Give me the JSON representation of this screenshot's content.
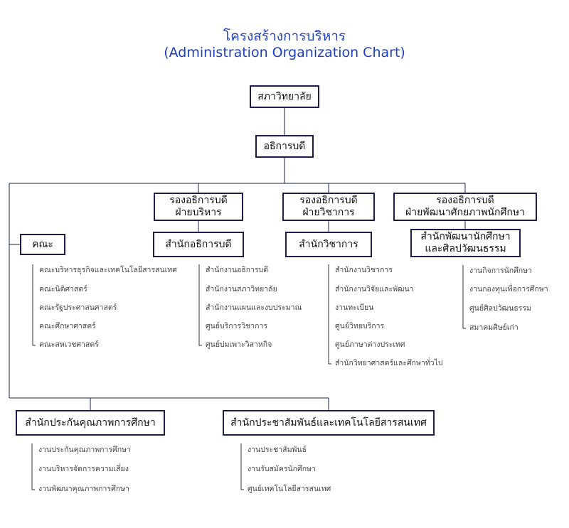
{
  "title": {
    "thai": "โครงสร้างการบริหาร",
    "english": "(Administration Organization Chart)"
  },
  "council": "สภาวิทยาลัย",
  "president": "อธิการบดี",
  "vp_admin": {
    "line1": "รองอธิการบดี",
    "line2": "ฝ่ายบริหาร"
  },
  "vp_academic": {
    "line1": "รองอธิการบดี",
    "line2": "ฝ่ายวิชาการ"
  },
  "vp_student": {
    "line1": "รองอธิการบดี",
    "line2": "ฝ่ายพัฒนาศักยภาพนักศึกษา"
  },
  "faculty": {
    "label": "คณะ",
    "items": [
      "คณะบริหารธุรกิจและเทคโนโลยีสารสนเทศ",
      "คณะนิติศาสตร์",
      "คณะรัฐประศาสนศาสตร์",
      "คณะศึกษาศาสตร์",
      "คณะสหเวชศาสตร์"
    ]
  },
  "president_office": {
    "label": "สำนักอธิการบดี",
    "items": [
      "สำนักงานอธิการบดี",
      "สำนักงานสภาวิทยาลัย",
      "สำนักงานแผนและงบประมาณ",
      "ศูนย์บริการวิชาการ",
      "ศูนย์บ่มเพาะวิสาหกิจ"
    ]
  },
  "academic_office": {
    "label": "สำนักวิชาการ",
    "items": [
      "สำนักงานวิชาการ",
      "สำนักงานวิจัยและพัฒนา",
      "งานทะเบียน",
      "ศูนย์วิทยบริการ",
      "ศูนย์ภาษาต่างประเทศ",
      "สำนักวิทยาศาสตร์และศึกษาทั่วไป"
    ]
  },
  "student_office": {
    "line1": "สำนักพัฒนานักศึกษา",
    "line2": "และศิลปวัฒนธรรม",
    "items": [
      "งานกิจการนักศึกษา",
      "งานกองทุนเพื่อการศึกษา",
      "ศูนย์ศิลปวัฒนธรรม",
      "สมาคมศิษย์เก่า"
    ]
  },
  "qa_office": {
    "label": "สำนักประกันคุณภาพการศึกษา",
    "items": [
      "งานประกันคุณภาพการศึกษา",
      "งานบริหารจัดการความเสี่ยง",
      "งานพัฒนาคุณภาพการศึกษา"
    ]
  },
  "pr_office": {
    "label": "สำนักประชาสัมพันธ์และเทคโนโลยีสารสนเทศ",
    "items": [
      "งานประชาสัมพันธ์",
      "งานรับสมัครนักศึกษา",
      "ศูนย์เทคโนโลยีสารสนเทศ"
    ]
  }
}
